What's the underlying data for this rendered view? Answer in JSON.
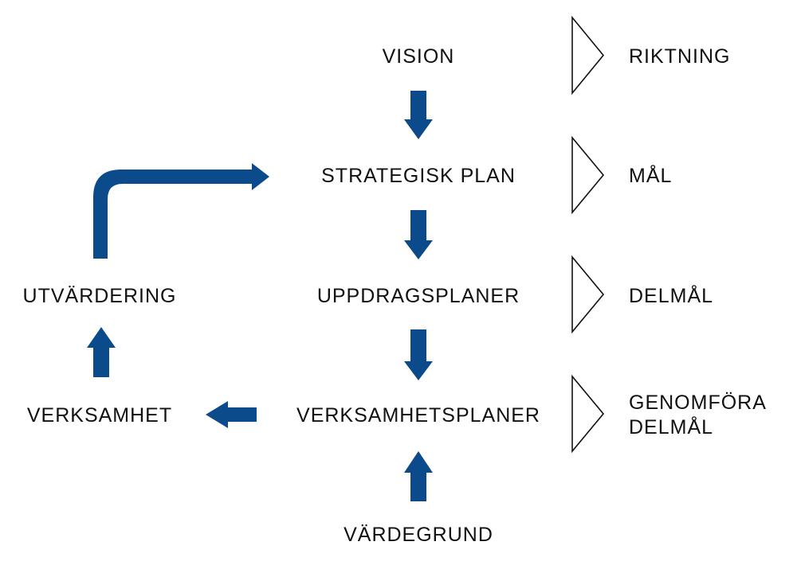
{
  "colors": {
    "arrow": "#0b4a8b",
    "outline": "#111111",
    "text": "#111111",
    "background": "#ffffff"
  },
  "flow": {
    "vision": "VISION",
    "strategisk_plan": "STRATEGISK PLAN",
    "uppdragsplaner": "UPPDRAGSPLANER",
    "verksamhetsplaner": "VERKSAMHETSPLANER",
    "vardegrund": "VÄRDEGRUND",
    "verksamhet": "VERKSAMHET",
    "utvardering": "UTVÄRDERING"
  },
  "levels": {
    "riktning": "RIKTNING",
    "mal": "MÅL",
    "delmal": "DELMÅL",
    "genomfora_delmal": "GENOMFÖRA\nDELMÅL"
  },
  "icons": {
    "down_arrow": "down-arrow-icon",
    "up_arrow": "up-arrow-icon",
    "left_arrow": "left-arrow-icon",
    "elbow_arrow": "elbow-arrow-icon",
    "chevron": "chevron-right-icon"
  }
}
